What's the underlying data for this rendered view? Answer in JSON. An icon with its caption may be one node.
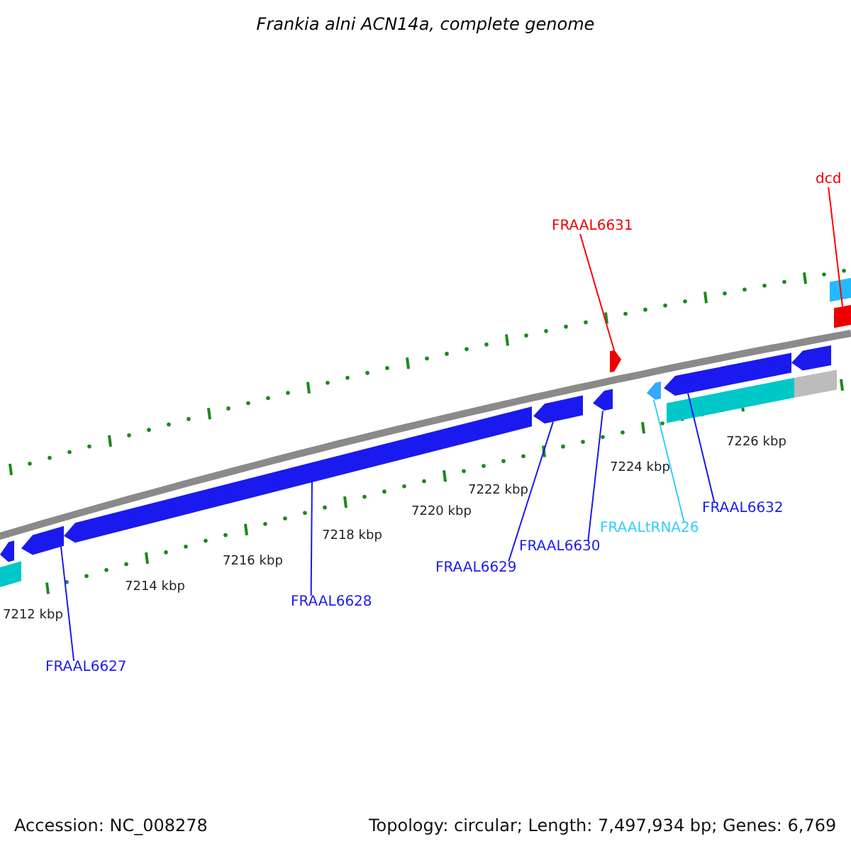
{
  "diagram": {
    "title": "Frankia alni ACN14a, complete genome",
    "nodes": [
      {
        "text": [
          "dcd"
        ]
      },
      {
        "text": [
          "FRAAL6631"
        ]
      },
      {
        "text": [
          "FRAAL6632"
        ]
      },
      {
        "text": [
          "FRAALtRNA26"
        ]
      },
      {
        "text": [
          "FRAAL6630"
        ]
      },
      {
        "text": [
          "FRAAL6629"
        ]
      },
      {
        "text": [
          "FRAAL6628"
        ]
      },
      {
        "text": [
          "FRAAL6627"
        ]
      },
      {
        "text": [],
        "shape": "arrow"
      },
      {
        "text": [],
        "shape": "bar"
      },
      {
        "text": [],
        "shape": "arrow"
      },
      {
        "text": [],
        "shape": "arrow"
      },
      {
        "text": [],
        "shape": "arrow"
      },
      {
        "text": [],
        "shape": "arrow"
      },
      {
        "text": [],
        "shape": "arrow"
      },
      {
        "text": [],
        "shape": "arrow"
      },
      {
        "text": [],
        "shape": "arrow"
      },
      {
        "text": [],
        "shape": "bar"
      },
      {
        "text": [],
        "shape": "arrow"
      },
      {
        "text": [],
        "shape": "bar"
      },
      {
        "text": [],
        "shape": "bar"
      },
      {
        "text": [],
        "shape": "bar"
      }
    ],
    "edges": [
      {
        "from": 0,
        "to": 21,
        "arrow": "none",
        "color": "#ff0000"
      },
      {
        "from": 1,
        "to": 14,
        "arrow": "none",
        "color": "#ff0000"
      },
      {
        "from": 2,
        "to": 16,
        "arrow": "none"
      },
      {
        "from": 3,
        "to": 15,
        "arrow": "none",
        "color": "#33ccff"
      },
      {
        "from": 4,
        "to": 13,
        "arrow": "none"
      },
      {
        "from": 5,
        "to": 12,
        "arrow": "none"
      },
      {
        "from": 6,
        "to": 11,
        "arrow": "none"
      },
      {
        "from": 7,
        "to": 10,
        "arrow": "none"
      }
    ],
    "labels": [
      "7226 kbp",
      "7224 kbp",
      "7222 kbp",
      "7220 kbp",
      "7218 kbp",
      "7216 kbp",
      "7214 kbp",
      "7212 kbp",
      "Accession: NC_008278",
      "Topology: circular; Length: 7,497,934 bp; Genes: 6,769"
    ]
  }
}
